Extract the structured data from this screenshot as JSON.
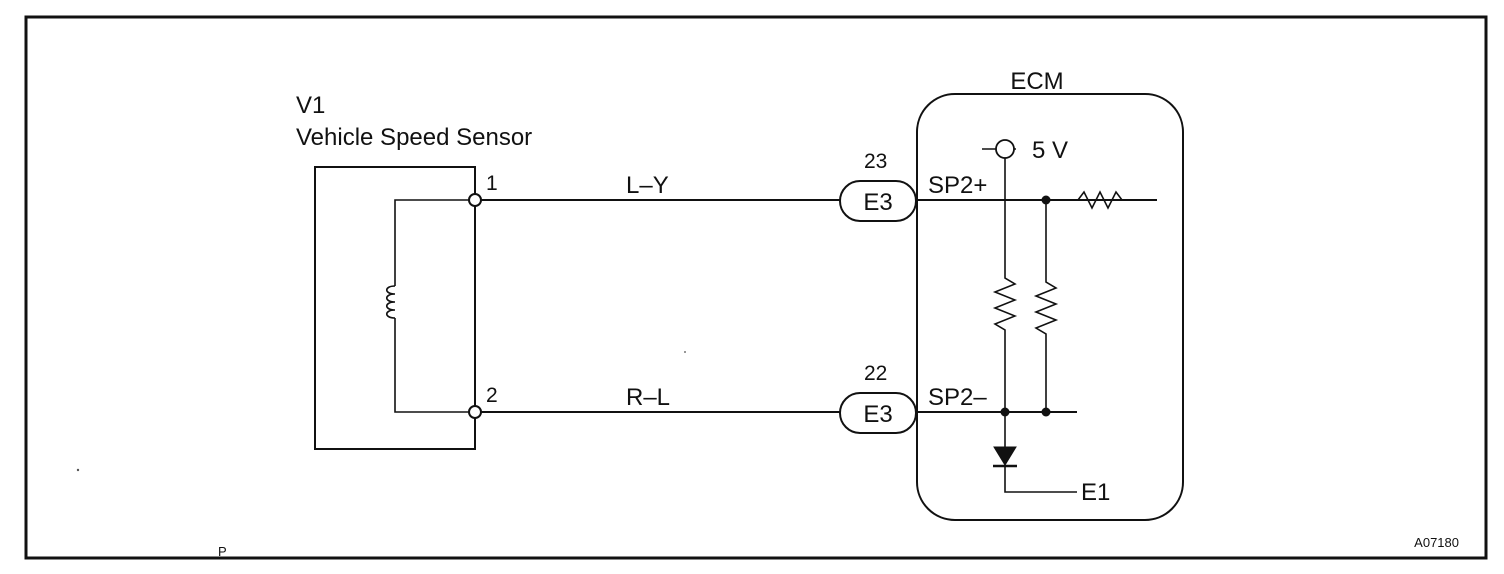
{
  "sensor": {
    "code": "V1",
    "name": "Vehicle Speed Sensor",
    "pin1": "1",
    "pin2": "2"
  },
  "wires": {
    "upper_color": "L–Y",
    "lower_color": "R–L"
  },
  "connectors": {
    "upper": {
      "pin_number": "23",
      "name": "E3"
    },
    "lower": {
      "pin_number": "22",
      "name": "E3"
    }
  },
  "ecm": {
    "title": "ECM",
    "supply_voltage": "5 V",
    "terminal_upper": "SP2+",
    "terminal_lower": "SP2–",
    "ground_terminal": "E1"
  },
  "figure_code": "A07180",
  "stray_mark": "P"
}
